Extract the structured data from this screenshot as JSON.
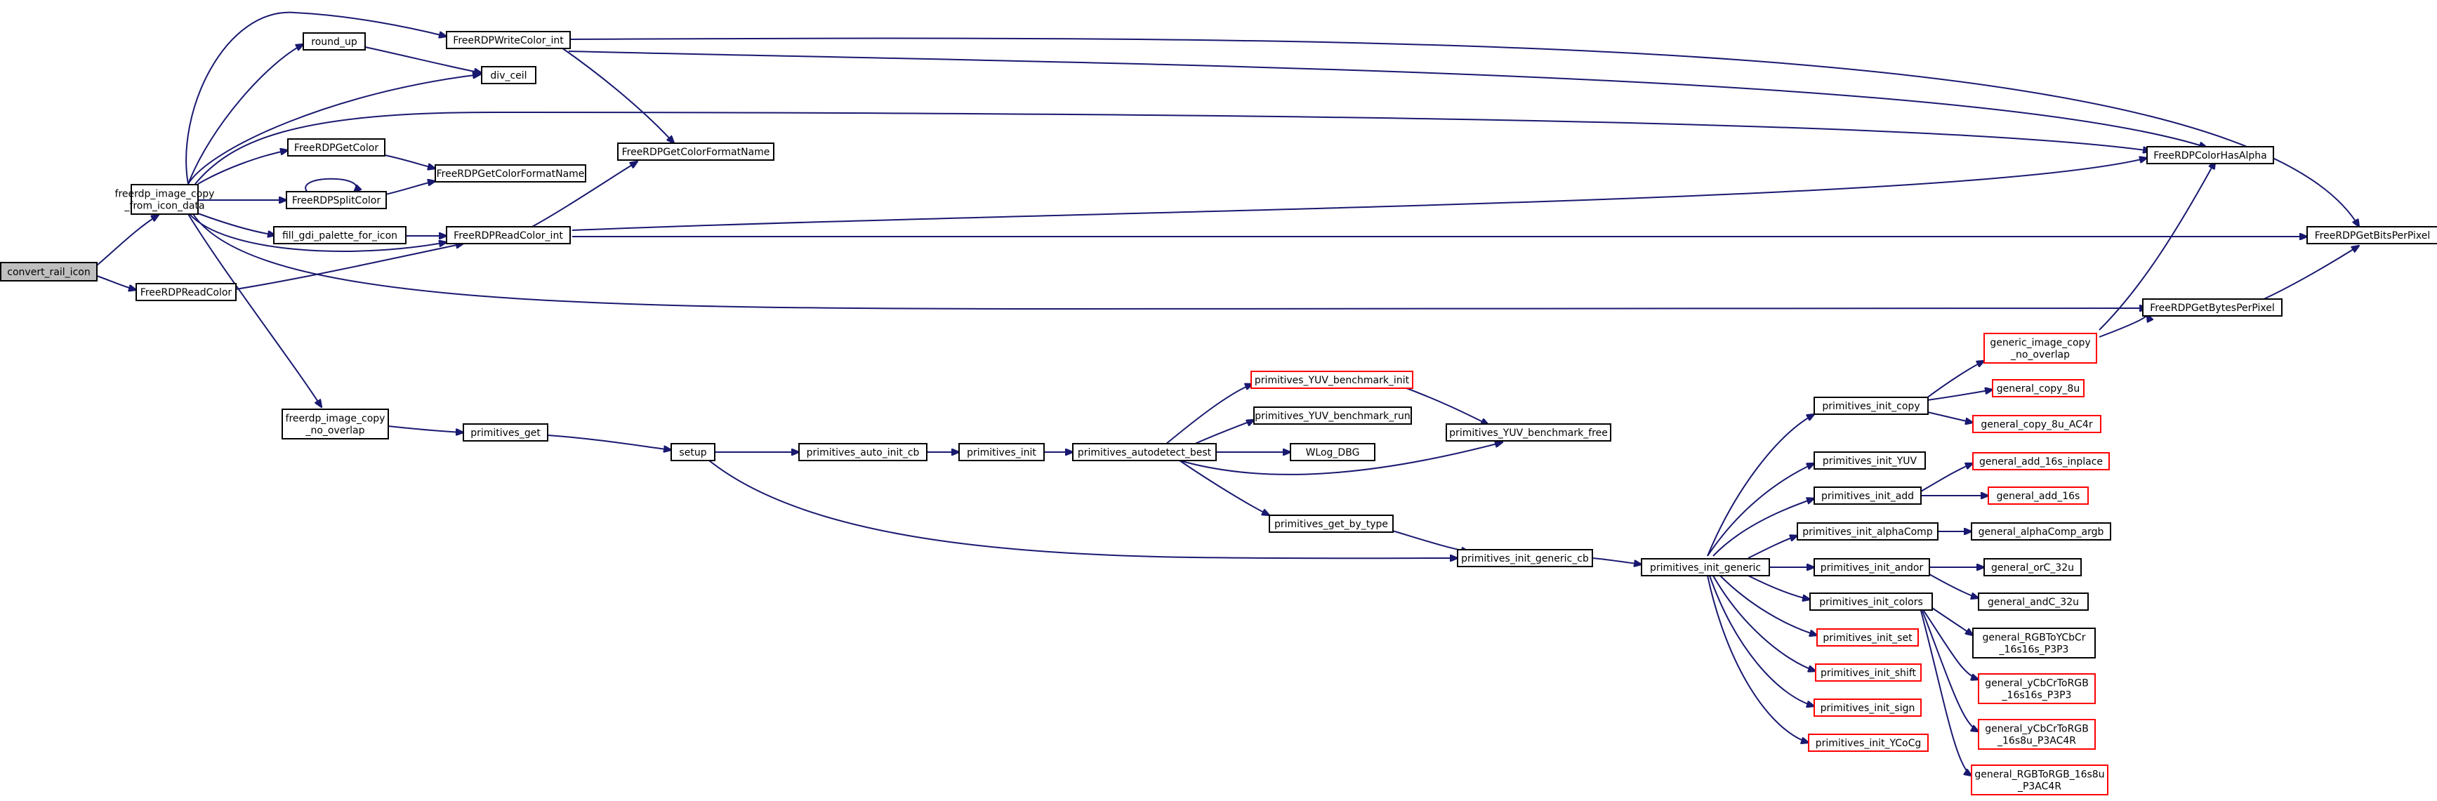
{
  "colors": {
    "edge": "#191970",
    "root_fill": "#bfbfbf",
    "node_border": "#000000",
    "truncated_border": "#ff0000"
  },
  "nodes": {
    "convert_rail_icon": {
      "lines": [
        "convert_rail_icon"
      ],
      "kind": "root"
    },
    "freerdp_image_copy_from_icon_data": {
      "lines": [
        "freerdp_image_copy",
        "_from_icon_data"
      ],
      "kind": "normal"
    },
    "FreeRDPReadColor": {
      "lines": [
        "FreeRDPReadColor"
      ],
      "kind": "normal"
    },
    "round_up": {
      "lines": [
        "round_up"
      ],
      "kind": "normal"
    },
    "FreeRDPWriteColor_int": {
      "lines": [
        "FreeRDPWriteColor_int"
      ],
      "kind": "normal"
    },
    "div_ceil": {
      "lines": [
        "div_ceil"
      ],
      "kind": "normal"
    },
    "FreeRDPGetColor": {
      "lines": [
        "FreeRDPGetColor"
      ],
      "kind": "normal"
    },
    "FreeRDPSplitColor": {
      "lines": [
        "FreeRDPSplitColor"
      ],
      "kind": "normal"
    },
    "FreeRDPGetColorFormatName_a": {
      "lines": [
        "FreeRDPGetColorFormatName"
      ],
      "kind": "normal"
    },
    "FreeRDPGetColorFormatName_b": {
      "lines": [
        "FreeRDPGetColorFormatName"
      ],
      "kind": "normal"
    },
    "fill_gdi_palette_for_icon": {
      "lines": [
        "fill_gdi_palette_for_icon"
      ],
      "kind": "normal"
    },
    "FreeRDPReadColor_int": {
      "lines": [
        "FreeRDPReadColor_int"
      ],
      "kind": "normal"
    },
    "FreeRDPColorHasAlpha": {
      "lines": [
        "FreeRDPColorHasAlpha"
      ],
      "kind": "normal"
    },
    "FreeRDPGetBitsPerPixel": {
      "lines": [
        "FreeRDPGetBitsPerPixel"
      ],
      "kind": "normal"
    },
    "FreeRDPGetBytesPerPixel": {
      "lines": [
        "FreeRDPGetBytesPerPixel"
      ],
      "kind": "normal"
    },
    "freerdp_image_copy_no_overlap": {
      "lines": [
        "freerdp_image_copy",
        "_no_overlap"
      ],
      "kind": "normal"
    },
    "primitives_get": {
      "lines": [
        "primitives_get"
      ],
      "kind": "normal"
    },
    "setup": {
      "lines": [
        "setup"
      ],
      "kind": "normal"
    },
    "primitives_auto_init_cb": {
      "lines": [
        "primitives_auto_init_cb"
      ],
      "kind": "normal"
    },
    "primitives_init": {
      "lines": [
        "primitives_init"
      ],
      "kind": "normal"
    },
    "primitives_autodetect_best": {
      "lines": [
        "primitives_autodetect_best"
      ],
      "kind": "normal"
    },
    "primitives_YUV_benchmark_init": {
      "lines": [
        "primitives_YUV_benchmark_init"
      ],
      "kind": "truncated"
    },
    "primitives_YUV_benchmark_run": {
      "lines": [
        "primitives_YUV_benchmark_run"
      ],
      "kind": "normal"
    },
    "WLog_DBG": {
      "lines": [
        "WLog_DBG"
      ],
      "kind": "normal"
    },
    "primitives_YUV_benchmark_free": {
      "lines": [
        "primitives_YUV_benchmark_free"
      ],
      "kind": "normal"
    },
    "primitives_get_by_type": {
      "lines": [
        "primitives_get_by_type"
      ],
      "kind": "normal"
    },
    "primitives_init_generic_cb": {
      "lines": [
        "primitives_init_generic_cb"
      ],
      "kind": "normal"
    },
    "primitives_init_generic": {
      "lines": [
        "primitives_init_generic"
      ],
      "kind": "normal"
    },
    "primitives_init_copy": {
      "lines": [
        "primitives_init_copy"
      ],
      "kind": "normal"
    },
    "generic_image_copy_no_overlap": {
      "lines": [
        "generic_image_copy",
        "_no_overlap"
      ],
      "kind": "truncated"
    },
    "general_copy_8u": {
      "lines": [
        "general_copy_8u"
      ],
      "kind": "truncated"
    },
    "general_copy_8u_AC4r": {
      "lines": [
        "general_copy_8u_AC4r"
      ],
      "kind": "truncated"
    },
    "primitives_init_YUV": {
      "lines": [
        "primitives_init_YUV"
      ],
      "kind": "normal"
    },
    "primitives_init_add": {
      "lines": [
        "primitives_init_add"
      ],
      "kind": "normal"
    },
    "general_add_16s_inplace": {
      "lines": [
        "general_add_16s_inplace"
      ],
      "kind": "truncated"
    },
    "general_add_16s": {
      "lines": [
        "general_add_16s"
      ],
      "kind": "truncated"
    },
    "primitives_init_alphaComp": {
      "lines": [
        "primitives_init_alphaComp"
      ],
      "kind": "normal"
    },
    "general_alphaComp_argb": {
      "lines": [
        "general_alphaComp_argb"
      ],
      "kind": "normal"
    },
    "primitives_init_andor": {
      "lines": [
        "primitives_init_andor"
      ],
      "kind": "normal"
    },
    "general_orC_32u": {
      "lines": [
        "general_orC_32u"
      ],
      "kind": "normal"
    },
    "general_andC_32u": {
      "lines": [
        "general_andC_32u"
      ],
      "kind": "normal"
    },
    "primitives_init_colors": {
      "lines": [
        "primitives_init_colors"
      ],
      "kind": "normal"
    },
    "general_RGBToYCbCr_16s16s_P3P3": {
      "lines": [
        "general_RGBToYCbCr",
        "_16s16s_P3P3"
      ],
      "kind": "normal"
    },
    "general_yCbCrToRGB_16s16s_P3P3": {
      "lines": [
        "general_yCbCrToRGB",
        "_16s16s_P3P3"
      ],
      "kind": "truncated"
    },
    "general_yCbCrToRGB_16s8u_P3AC4R": {
      "lines": [
        "general_yCbCrToRGB",
        "_16s8u_P3AC4R"
      ],
      "kind": "truncated"
    },
    "general_RGBToRGB_16s8u_P3AC4R": {
      "lines": [
        "general_RGBToRGB_16s8u",
        "_P3AC4R"
      ],
      "kind": "truncated"
    },
    "primitives_init_set": {
      "lines": [
        "primitives_init_set"
      ],
      "kind": "truncated"
    },
    "primitives_init_shift": {
      "lines": [
        "primitives_init_shift"
      ],
      "kind": "truncated"
    },
    "primitives_init_sign": {
      "lines": [
        "primitives_init_sign"
      ],
      "kind": "truncated"
    },
    "primitives_init_YCoCg": {
      "lines": [
        "primitives_init_YCoCg"
      ],
      "kind": "truncated"
    }
  }
}
